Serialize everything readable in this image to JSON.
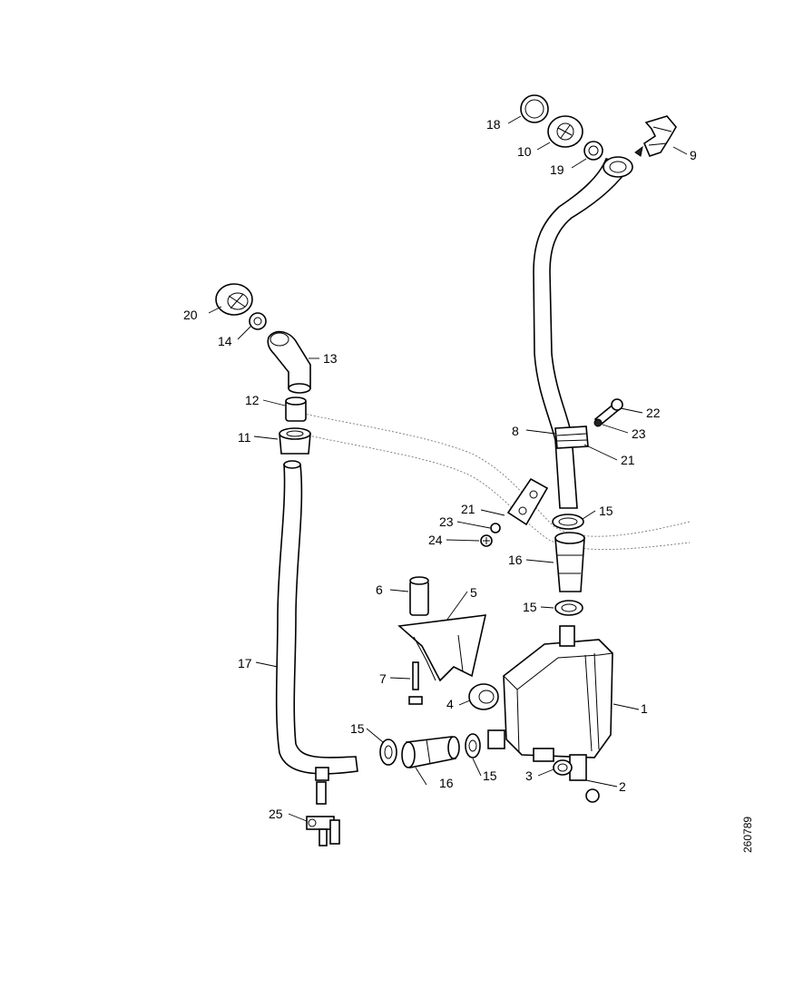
{
  "diagram": {
    "drawing_code": "260789",
    "callouts": {
      "c1": "1",
      "c2": "2",
      "c3": "3",
      "c4": "4",
      "c5": "5",
      "c6": "6",
      "c7": "7",
      "c8": "8",
      "c9": "9",
      "c10": "10",
      "c11": "11",
      "c12": "12",
      "c13": "13",
      "c14": "14",
      "c15a": "15",
      "c15b": "15",
      "c15c": "15",
      "c15d": "15",
      "c16a": "16",
      "c16b": "16",
      "c17": "17",
      "c18": "18",
      "c19": "19",
      "c20": "20",
      "c21a": "21",
      "c21b": "21",
      "c22": "22",
      "c23a": "23",
      "c23b": "23",
      "c24": "24",
      "c25": "25"
    }
  }
}
